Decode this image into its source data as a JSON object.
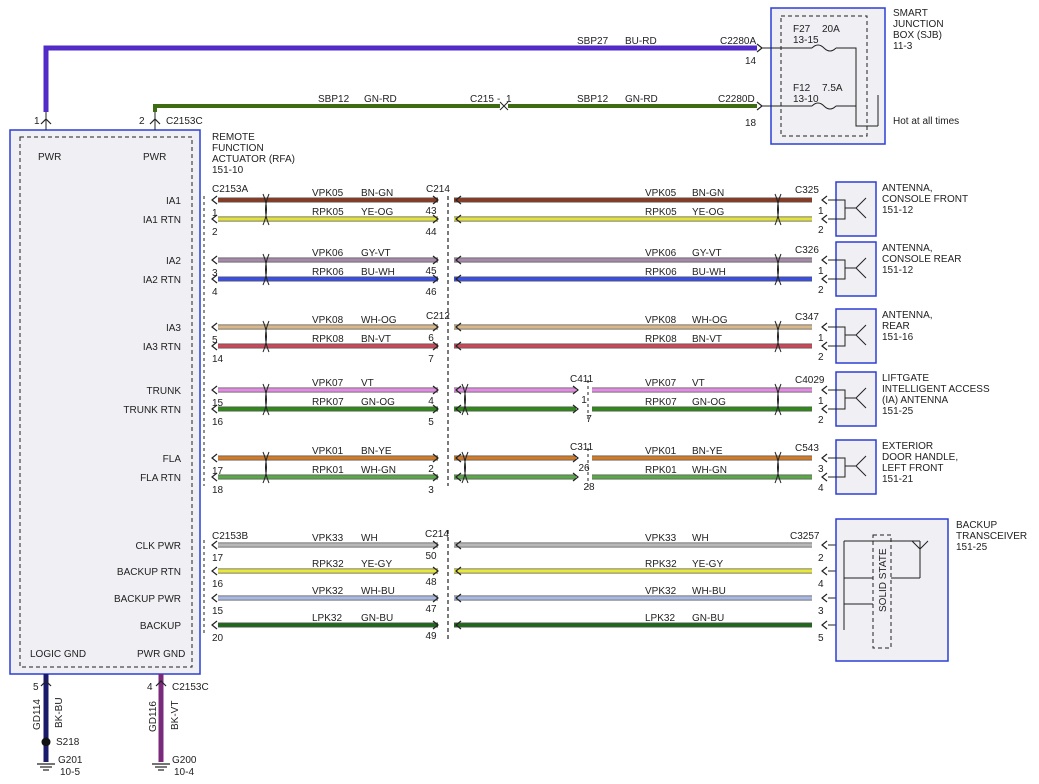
{
  "top": {
    "sbp27": {
      "circuit": "SBP27",
      "color_code": "BU-RD",
      "connector": "C2280A",
      "pin": "14"
    },
    "sbp12": {
      "circuit_left": "SBP12",
      "color_left": "GN-RD",
      "splice": "C215",
      "splice_pin": "1",
      "circuit_right": "SBP12",
      "color_right": "GN-RD",
      "connector": "C2280D",
      "pin": "18"
    }
  },
  "sjb": {
    "title_lines": [
      "SMART",
      "JUNCTION",
      "BOX (SJB)",
      "11-3"
    ],
    "fuse1": {
      "id": "F27",
      "rating": "20A",
      "ref": "13-15"
    },
    "fuse2": {
      "id": "F12",
      "rating": "7.5A",
      "ref": "13-10"
    },
    "hot_label": "Hot at all times"
  },
  "rfa": {
    "title_lines": [
      "REMOTE",
      "FUNCTION",
      "ACTUATOR (RFA)",
      "151-10"
    ],
    "pin1": "1",
    "pin2": "2",
    "connector_top": "C2153C",
    "pwr1": "PWR",
    "pwr2": "PWR",
    "logic_gnd": "LOGIC GND",
    "pwr_gnd": "PWR GND"
  },
  "groups": [
    {
      "sig": "IA1",
      "rtn": "IA1 RTN",
      "conn_l": "C2153A",
      "pin_sig_l": "1",
      "pin_rtn_l": "2",
      "c_mid": "C214",
      "pin_sig_m": "43",
      "pin_rtn_m": "44",
      "vc": "VPK05",
      "vcol": "BN-GN",
      "rc": "RPK05",
      "rcol": "YE-OG",
      "conn_r": "C325",
      "pin_sig_r": "1",
      "pin_rtn_r": "2",
      "dev": [
        "ANTENNA,",
        "CONSOLE FRONT",
        "151-12"
      ]
    },
    {
      "sig": "IA2",
      "rtn": "IA2 RTN",
      "conn_l": "",
      "pin_sig_l": "3",
      "pin_rtn_l": "4",
      "c_mid": "",
      "pin_sig_m": "45",
      "pin_rtn_m": "46",
      "vc": "VPK06",
      "vcol": "GY-VT",
      "rc": "RPK06",
      "rcol": "BU-WH",
      "conn_r": "C326",
      "pin_sig_r": "1",
      "pin_rtn_r": "2",
      "dev": [
        "ANTENNA,",
        "CONSOLE REAR",
        "151-12"
      ]
    },
    {
      "sig": "IA3",
      "rtn": "IA3 RTN",
      "conn_l": "",
      "pin_sig_l": "5",
      "pin_rtn_l": "14",
      "c_mid": "C212",
      "pin_sig_m": "6",
      "pin_rtn_m": "7",
      "vc": "VPK08",
      "vcol": "WH-OG",
      "rc": "RPK08",
      "rcol": "BN-VT",
      "conn_r": "C347",
      "pin_sig_r": "1",
      "pin_rtn_r": "2",
      "dev": [
        "ANTENNA,",
        "REAR",
        "151-16"
      ]
    },
    {
      "sig": "TRUNK",
      "rtn": "TRUNK RTN",
      "conn_l": "",
      "pin_sig_l": "15",
      "pin_rtn_l": "16",
      "c_mid": "",
      "pin_sig_m": "4",
      "pin_rtn_m": "5",
      "c_inline": "C411",
      "pin_inline_a": "1",
      "pin_inline_b": "7",
      "vc": "VPK07",
      "vcol": "VT",
      "rc": "RPK07",
      "rcol": "GN-OG",
      "conn_r": "C4029",
      "pin_sig_r": "1",
      "pin_rtn_r": "2",
      "dev": [
        "LIFTGATE",
        "INTELLIGENT ACCESS",
        "(IA) ANTENNA",
        "151-25"
      ]
    },
    {
      "sig": "FLA",
      "rtn": "FLA RTN",
      "conn_l": "",
      "pin_sig_l": "17",
      "pin_rtn_l": "18",
      "c_mid": "",
      "pin_sig_m": "2",
      "pin_rtn_m": "3",
      "c_inline": "C311",
      "pin_inline_a": "26",
      "pin_inline_b": "28",
      "vc": "VPK01",
      "vcol": "BN-YE",
      "rc": "RPK01",
      "rcol": "WH-GN",
      "conn_r": "C543",
      "pin_sig_r": "3",
      "pin_rtn_r": "4",
      "dev": [
        "EXTERIOR",
        "DOOR HANDLE,",
        "LEFT FRONT",
        "151-21"
      ]
    }
  ],
  "backup": {
    "conn_l": "C2153B",
    "c_mid": "C214",
    "conn_r": "C3257",
    "device": [
      "BACKUP",
      "TRANSCEIVER",
      "151-25"
    ],
    "solid_state": "SOLID STATE",
    "rows": [
      {
        "label": "CLK PWR",
        "pin_l": "17",
        "pin_m": "50",
        "circuit": "VPK33",
        "color": "WH",
        "pin_r": "2"
      },
      {
        "label": "BACKUP RTN",
        "pin_l": "16",
        "pin_m": "48",
        "circuit": "RPK32",
        "color": "YE-GY",
        "pin_r": "4"
      },
      {
        "label": "BACKUP PWR",
        "pin_l": "15",
        "pin_m": "47",
        "circuit": "VPK32",
        "color": "WH-BU",
        "pin_r": "3"
      },
      {
        "label": "BACKUP",
        "pin_l": "20",
        "pin_m": "49",
        "circuit": "LPK32",
        "color": "GN-BU",
        "pin_r": "5"
      }
    ]
  },
  "grounds": {
    "g1": {
      "pin": "5",
      "circuit": "GD114",
      "color": "BK-BU",
      "splice": "S218",
      "ground": "G201",
      "ref": "10-5"
    },
    "g2": {
      "pin": "4",
      "connector": "C2153C",
      "circuit": "GD116",
      "color": "BK-VT",
      "ground": "G200",
      "ref": "10-4"
    }
  },
  "colors": {
    "blue_frame": "#2b3fd6",
    "bu_rd": "#4b2bd0",
    "gn_rd": "#3f6b12",
    "bn_gn": "#8a3a22",
    "ye_og": "#e2e23a",
    "gy_vt": "#a48aa8",
    "bu_wh": "#3a4fe8",
    "wh_og": "#d8b888",
    "bn_vt": "#c84a5a",
    "vt": "#e08ce0",
    "gn_og": "#2f8a1a",
    "bn_ye": "#d07a2a",
    "wh_gn": "#5aa84a",
    "wh": "#b8b8b8",
    "ye_gy": "#e8e83a",
    "wh_bu": "#a8b8e0",
    "gn_bu": "#1e6a1a",
    "bk_bu": "#1a1a6a",
    "bk_vt": "#7a2a7a"
  }
}
